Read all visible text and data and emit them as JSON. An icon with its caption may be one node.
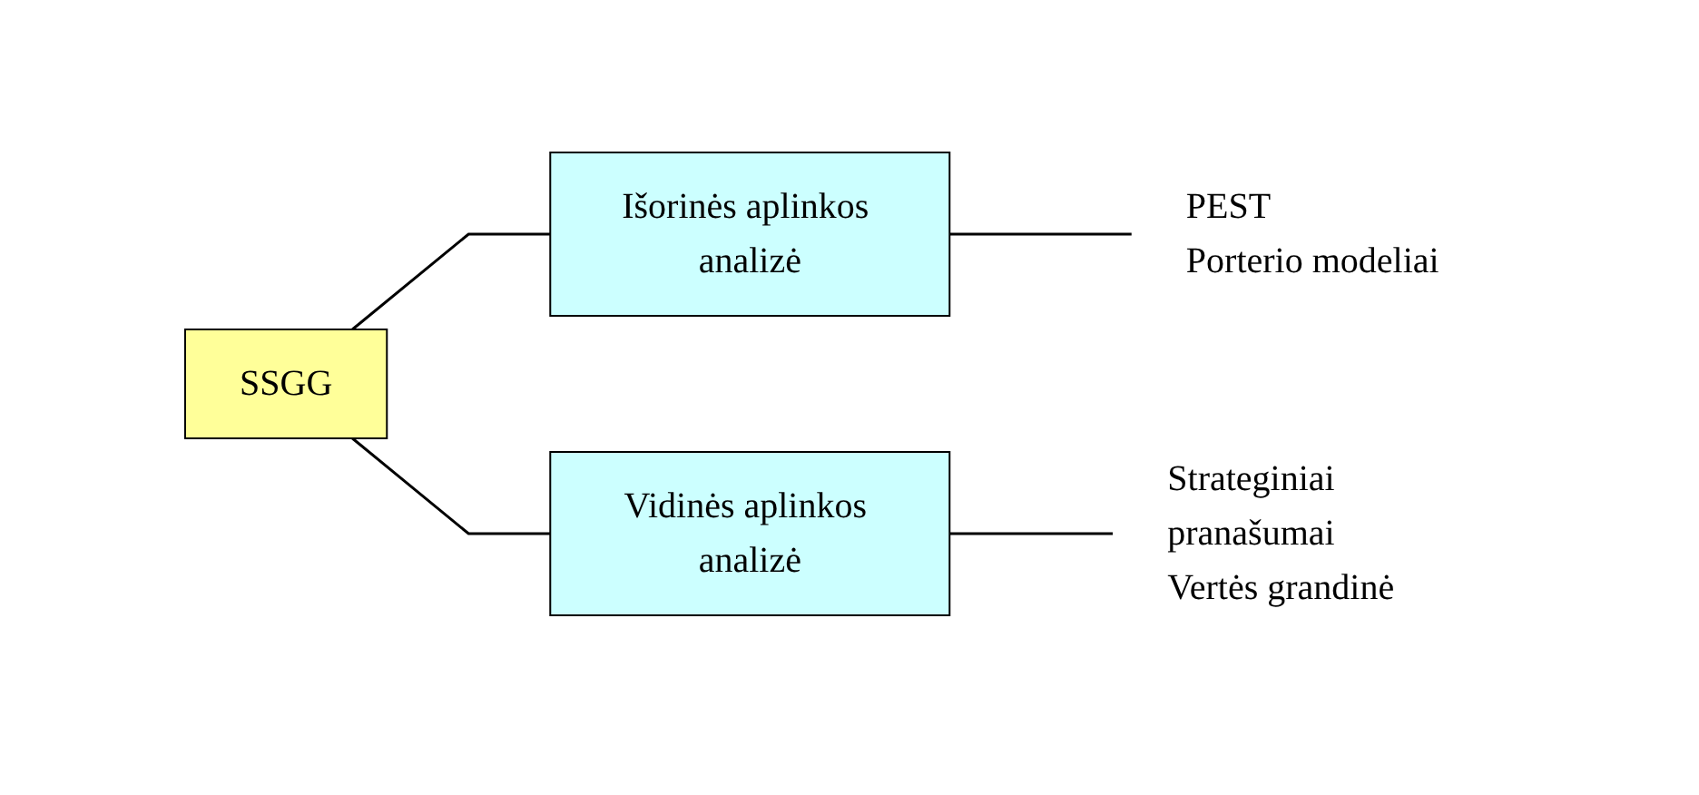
{
  "diagram": {
    "nodes": [
      {
        "text": [
          "SSGG"
        ]
      },
      {
        "text": [
          "Išorinės aplinkos analizė"
        ]
      },
      {
        "text": [
          "Vidinės aplinkos analizė"
        ]
      },
      {
        "text": [
          "PEST",
          "Porterio modeliai"
        ]
      },
      {
        "text": [
          "Strateginiai pranašumai",
          "Vertės grandinė"
        ]
      }
    ],
    "edges": [
      {
        "from": 0,
        "to": 1,
        "arrow": "none"
      },
      {
        "from": 0,
        "to": 2,
        "arrow": "none"
      },
      {
        "from": 1,
        "to": 3,
        "arrow": "none"
      },
      {
        "from": 2,
        "to": 4,
        "arrow": "none"
      }
    ]
  }
}
